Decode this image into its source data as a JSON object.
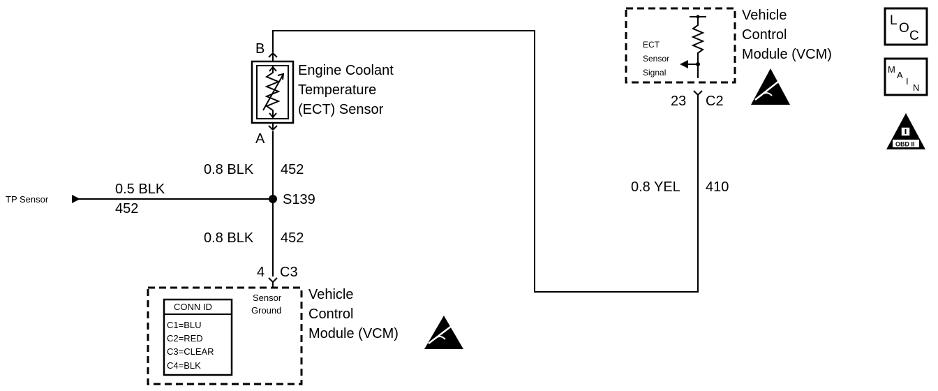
{
  "sensor": {
    "name_line1": "Engine Coolant",
    "name_line2": "Temperature",
    "name_line3": "(ECT) Sensor",
    "pin_top": "B",
    "pin_bottom": "A"
  },
  "wire_left_upper": {
    "gauge_color": "0.8 BLK",
    "circuit": "452"
  },
  "splice": {
    "label": "S139"
  },
  "tp_branch": {
    "source": "TP Sensor",
    "gauge_color": "0.5 BLK",
    "circuit": "452"
  },
  "wire_left_lower": {
    "gauge_color": "0.8 BLK",
    "circuit": "452"
  },
  "vcm_bottom": {
    "pin": "4",
    "connector": "C3",
    "signal_line1": "Sensor",
    "signal_line2": "Ground",
    "title_line1": "Vehicle",
    "title_line2": "Control",
    "title_line3": "Module (VCM)",
    "conn_id_header": "CONN ID",
    "conn_ids": [
      "C1=BLU",
      "C2=RED",
      "C3=CLEAR",
      "C4=BLK"
    ]
  },
  "vcm_top": {
    "title_line1": "Vehicle",
    "title_line2": "Control",
    "title_line3": "Module (VCM)",
    "signal_line1": "ECT",
    "signal_line2": "Sensor",
    "signal_line3": "Signal",
    "pin": "23",
    "connector": "C2"
  },
  "wire_right": {
    "gauge_color": "0.8 YEL",
    "circuit": "410"
  },
  "side_icons": {
    "loc": {
      "letter1": "L",
      "letter2": "O",
      "letter3": "C"
    },
    "main": {
      "letter1": "M",
      "letter2": "A",
      "letter3": "I",
      "letter4": "N"
    },
    "obd": {
      "label": "OBD II"
    }
  }
}
